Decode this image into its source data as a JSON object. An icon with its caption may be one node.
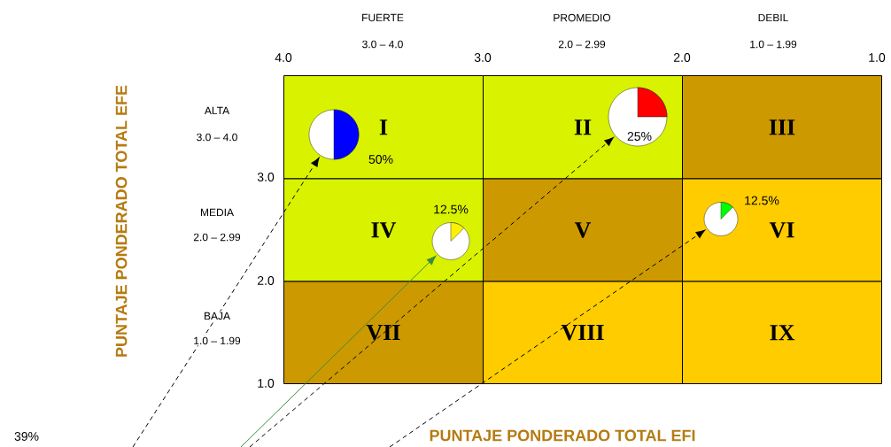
{
  "diagram": {
    "nodes": [
      {
        "text": [
          "I"
        ]
      },
      {
        "text": [
          "II"
        ]
      },
      {
        "text": [
          "III"
        ]
      },
      {
        "text": [
          "IV"
        ]
      },
      {
        "text": [
          "V"
        ]
      },
      {
        "text": [
          "VI"
        ]
      },
      {
        "text": [
          "VII"
        ]
      },
      {
        "text": [
          "VIII"
        ]
      },
      {
        "text": [
          "IX"
        ]
      },
      {
        "text": [],
        "shape": "circle",
        "in": 0,
        "beside": [
          "50%"
        ]
      },
      {
        "text": [
          "25%"
        ],
        "in": 1
      },
      {
        "text": [],
        "shape": "circle",
        "in": 3,
        "beside": [
          "12.5%"
        ]
      },
      {
        "text": [],
        "shape": "circle",
        "in": 5,
        "beside": [
          "12.5%"
        ]
      }
    ],
    "edges": [
      {
        "from": null,
        "to": 9,
        "arrow": "to",
        "style": "dashed"
      },
      {
        "from": null,
        "to": 11,
        "arrow": "to",
        "color": "#3d8c3d"
      },
      {
        "from": null,
        "to": 10,
        "arrow": "to",
        "style": "dashed"
      },
      {
        "from": null,
        "to": 12,
        "arrow": "to",
        "style": "dashed"
      }
    ],
    "labels": [
      "FUERTE",
      "3.0 – 4.0",
      "PROMEDIO",
      "2.0 – 2.99",
      "DEBIL",
      "1.0 – 1.99",
      "4.0",
      "3.0",
      "2.0",
      "1.0",
      "PUNTAJE PONDERADO TOTAL EFE",
      "ALTA",
      "3.0 – 4.0",
      "3.0",
      "MEDIA",
      "2.0 – 2.99",
      "2.0",
      "BAJA",
      "1.0 – 1.99",
      "1.0",
      "39%",
      "PUNTAJE PONDERADO TOTAL EFI"
    ]
  }
}
